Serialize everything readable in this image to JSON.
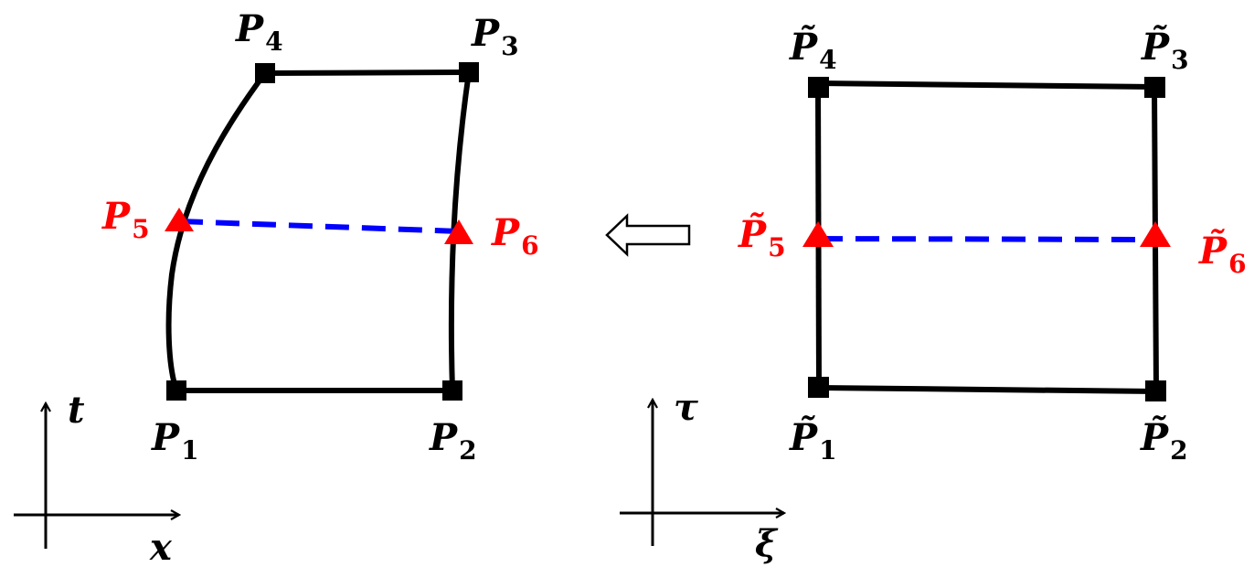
{
  "colors": {
    "element_edge": "#000000",
    "node_marker": "#000000",
    "interior_point": "#ff0000",
    "interior_line": "#0000ff",
    "background": "#ffffff"
  },
  "physical_element": {
    "nodes": [
      {
        "symbol": "P",
        "subscript": "1"
      },
      {
        "symbol": "P",
        "subscript": "2"
      },
      {
        "symbol": "P",
        "subscript": "3"
      },
      {
        "symbol": "P",
        "subscript": "4"
      }
    ],
    "interior_points": [
      {
        "symbol": "P",
        "subscript": "5"
      },
      {
        "symbol": "P",
        "subscript": "6"
      }
    ],
    "axes": {
      "horizontal": "x",
      "vertical": "t"
    }
  },
  "reference_element": {
    "nodes": [
      {
        "symbol": "P̃",
        "subscript": "1"
      },
      {
        "symbol": "P̃",
        "subscript": "2"
      },
      {
        "symbol": "P̃",
        "subscript": "3"
      },
      {
        "symbol": "P̃",
        "subscript": "4"
      }
    ],
    "interior_points": [
      {
        "symbol": "P̃",
        "subscript": "5"
      },
      {
        "symbol": "P̃",
        "subscript": "6"
      }
    ],
    "axes": {
      "horizontal": "ξ",
      "vertical": "τ"
    }
  },
  "mapping_arrow_icon": "hollow-left-arrow"
}
